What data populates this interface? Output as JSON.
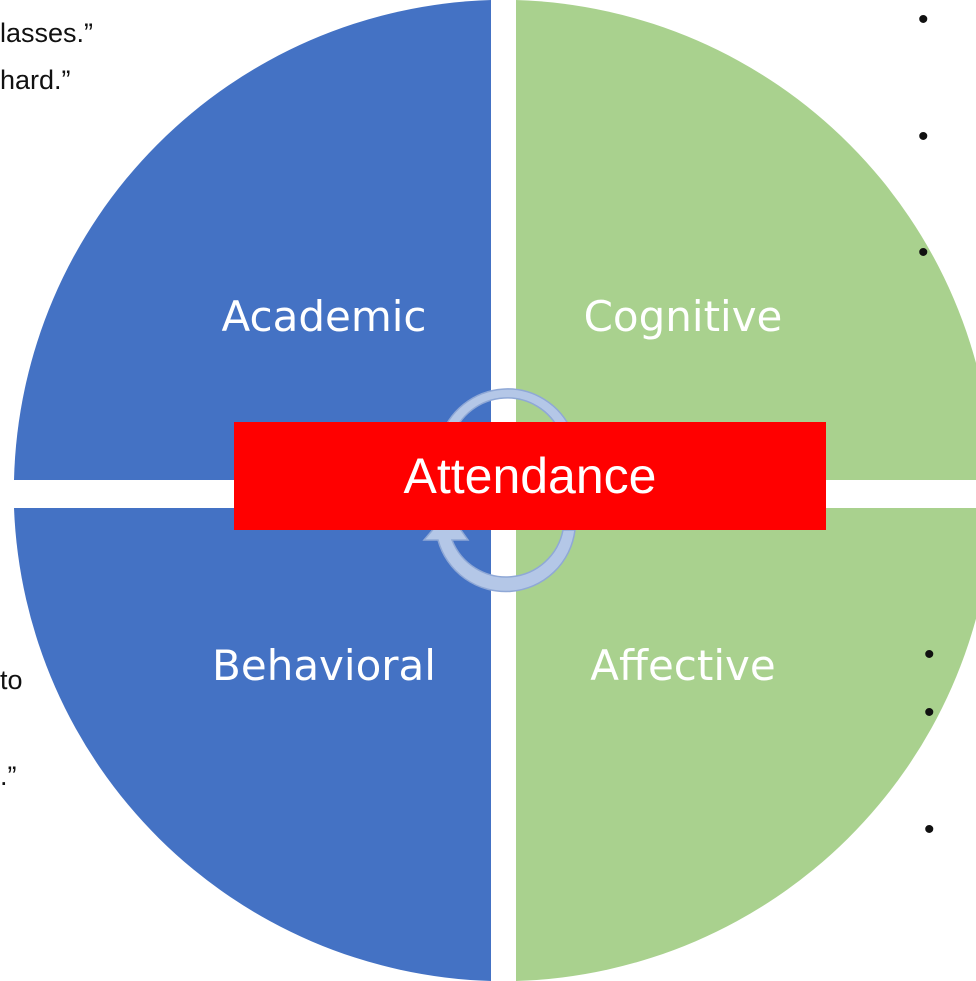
{
  "diagram": {
    "quadrants": [
      {
        "id": "academic",
        "label": "Academic",
        "color": "#4472C4"
      },
      {
        "id": "cognitive",
        "label": "Cognitive",
        "color": "#A9D18E"
      },
      {
        "id": "behavioral",
        "label": "Behavioral",
        "color": "#4472C4"
      },
      {
        "id": "affective",
        "label": "Affective",
        "color": "#A9D18E"
      }
    ],
    "center": {
      "label": "Attendance",
      "color": "#FF0000"
    },
    "cycle_arrow_color": "#B4C7E7"
  },
  "left_text": {
    "line1": "lasses.”",
    "line2": "hard.”",
    "line3": "to",
    "line4": ".”"
  },
  "bullet_char": "•"
}
